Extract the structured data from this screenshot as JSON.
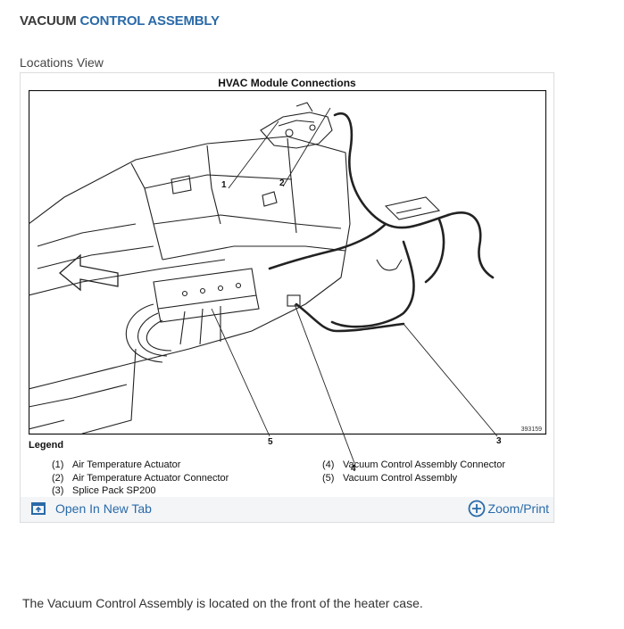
{
  "header": {
    "title_part1": "VACUUM",
    "title_part2": "CONTROL ASSEMBLY"
  },
  "section_label": "Locations View",
  "figure": {
    "title": "HVAC Module Connections",
    "code": "393159",
    "callouts": [
      "1",
      "2",
      "3",
      "4",
      "5"
    ],
    "legend_title": "Legend",
    "legend": [
      {
        "num": "(1)",
        "text": "Air Temperature Actuator"
      },
      {
        "num": "(2)",
        "text": "Air Temperature Actuator Connector"
      },
      {
        "num": "(3)",
        "text": "Splice Pack SP200"
      },
      {
        "num": "(4)",
        "text": "Vacuum Control Assembly Connector"
      },
      {
        "num": "(5)",
        "text": "Vacuum Control Assembly"
      }
    ]
  },
  "actions": {
    "open_new_tab": "Open In New Tab",
    "zoom_print": "Zoom/Print"
  },
  "description": "The Vacuum Control Assembly is located on the front of the heater case.",
  "colors": {
    "accent": "#2a6aa8",
    "text": "#333333"
  },
  "icons": {
    "open_tab": "external-window-icon",
    "zoom": "plus-circle-icon"
  }
}
